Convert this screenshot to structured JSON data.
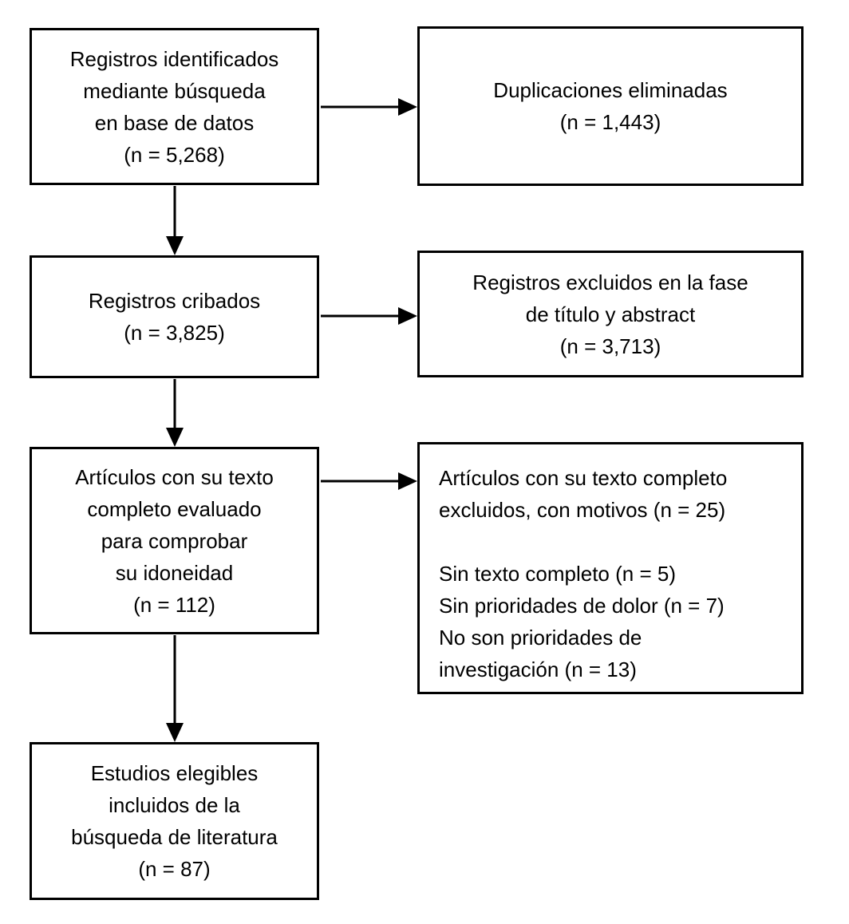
{
  "diagram": {
    "kind": "prisma-flowchart",
    "colors": {
      "border": "#000000",
      "text": "#000000",
      "background": "#ffffff"
    },
    "boxes": [
      {
        "name": "records-identified",
        "lines": [
          "Registros identificados",
          "mediante búsqueda",
          "en base de datos",
          "(n = 5,268)"
        ],
        "n": 5268
      },
      {
        "name": "duplicates-removed",
        "lines": [
          "Duplicaciones eliminadas",
          "(n = 1,443)"
        ],
        "n": 1443
      },
      {
        "name": "records-screened",
        "lines": [
          "Registros cribados",
          "(n = 3,825)"
        ],
        "n": 3825
      },
      {
        "name": "records-excluded-title-abstract",
        "lines": [
          "Registros excluidos en la fase",
          "de título y abstract",
          "(n = 3,713)"
        ],
        "n": 3713
      },
      {
        "name": "fulltext-assessed",
        "lines": [
          "Artículos con su texto",
          "completo evaluado",
          "para comprobar",
          "su idoneidad",
          "(n = 112)"
        ],
        "n": 112
      },
      {
        "name": "fulltext-excluded",
        "lines": [
          "Artículos con su texto completo",
          "excluidos, con motivos (n = 25)",
          "",
          "Sin texto completo (n = 5)",
          "Sin prioridades de dolor (n = 7)",
          "No son prioridades de",
          "investigación (n = 13)"
        ],
        "n": 25
      },
      {
        "name": "studies-included",
        "lines": [
          "Estudios elegibles",
          "incluidos de la",
          "búsqueda de literatura",
          "(n = 87)"
        ],
        "n": 87
      }
    ],
    "connections": [
      {
        "from": "records-identified",
        "to": "duplicates-removed"
      },
      {
        "from": "records-identified",
        "to": "records-screened"
      },
      {
        "from": "records-screened",
        "to": "records-excluded-title-abstract"
      },
      {
        "from": "records-screened",
        "to": "fulltext-assessed"
      },
      {
        "from": "fulltext-assessed",
        "to": "fulltext-excluded"
      },
      {
        "from": "fulltext-assessed",
        "to": "studies-included"
      }
    ]
  }
}
